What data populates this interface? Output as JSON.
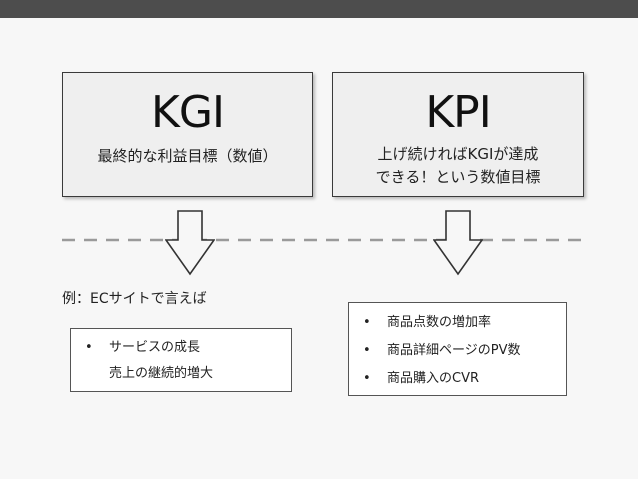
{
  "kgi": {
    "title": "KGI",
    "subtitle": "最終的な利益目標（数値）"
  },
  "kpi": {
    "title": "KPI",
    "subtitle_line1": "上げ続ければKGIが達成",
    "subtitle_line2": "できる！という数値目標"
  },
  "example": {
    "label": "例：ECサイトで言えば",
    "kgi_items": [
      {
        "bullet": "•",
        "text": "サービスの成長"
      },
      {
        "bullet": "",
        "text": "売上の継続的増大"
      }
    ],
    "kpi_items": [
      {
        "bullet": "•",
        "text": "商品点数の増加率"
      },
      {
        "bullet": "•",
        "text": "商品詳細ページのPV数"
      },
      {
        "bullet": "•",
        "text": "商品購入のCVR"
      }
    ]
  },
  "colors": {
    "top_bar": "#4d4d4d",
    "box_fill": "#efefef",
    "border": "#3a3a3a",
    "dash": "#9a9a9a"
  }
}
